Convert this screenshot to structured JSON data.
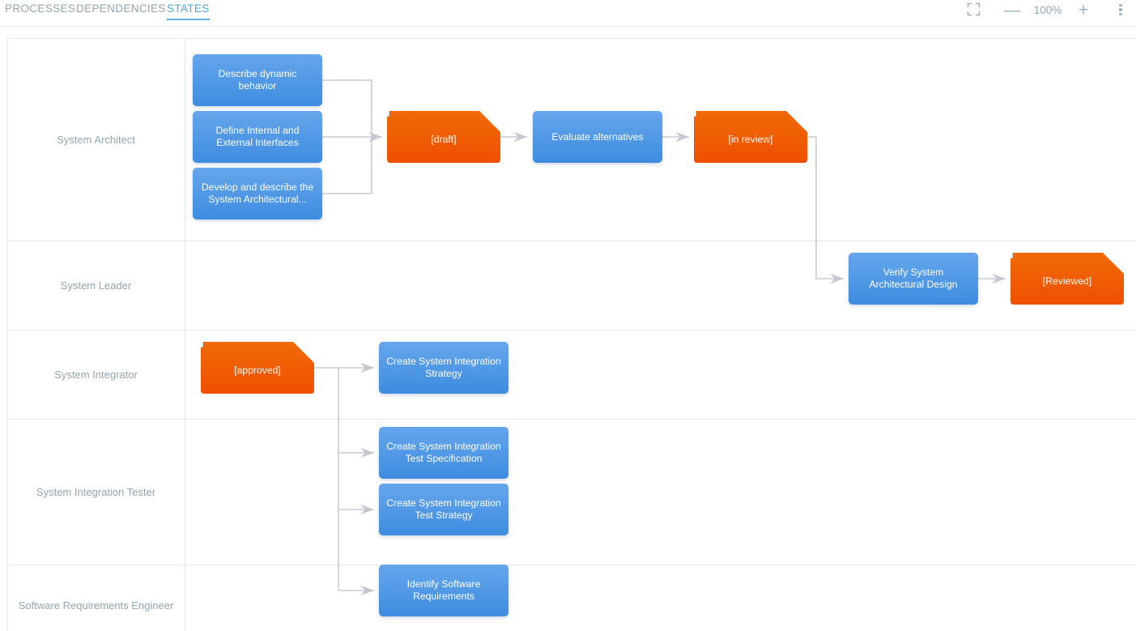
{
  "toolbar": {
    "tabs": [
      {
        "label": "PROCESSES",
        "active": false
      },
      {
        "label": "DEPENDENCIES",
        "active": false
      },
      {
        "label": "STATES",
        "active": true
      }
    ],
    "fit_icon": "fit-to-screen-icon",
    "zoom_out_label": "—",
    "zoom_level": "100%",
    "zoom_in_label": "+",
    "overflow_icon": "more-vertical-icon",
    "active_tab_color": "#55a8d6",
    "inactive_tab_color": "#93a6b4"
  },
  "diagram": {
    "type": "swimlane-state-flow",
    "activity_color": "#4a93e4",
    "state_color": "#ef5800",
    "lane_border_color": "#e6e6ee",
    "lanes": [
      {
        "id": "system-architect",
        "label": "System Architect"
      },
      {
        "id": "system-leader",
        "label": "System Leader"
      },
      {
        "id": "system-integrator",
        "label": "System Integrator"
      },
      {
        "id": "system-integration-tester",
        "label": "System Integration Tester"
      },
      {
        "id": "software-requirements-engineer",
        "label": "Software Requirements Engineer"
      }
    ],
    "nodes": [
      {
        "id": "n1",
        "kind": "activity",
        "lane": "system-architect",
        "label": "Describe dynamic behavior"
      },
      {
        "id": "n2",
        "kind": "activity",
        "lane": "system-architect",
        "label": "Define Internal and External Interfaces"
      },
      {
        "id": "n3",
        "kind": "activity",
        "lane": "system-architect",
        "label": "Develop and describe the System Architectural..."
      },
      {
        "id": "s1",
        "kind": "state",
        "lane": "system-architect",
        "label": "[draft]",
        "badge": "document-icon"
      },
      {
        "id": "n4",
        "kind": "activity",
        "lane": "system-architect",
        "label": "Evaluate alternatives"
      },
      {
        "id": "s2",
        "kind": "state",
        "lane": "system-architect",
        "label": "[in review]",
        "badge": "document-icon"
      },
      {
        "id": "n5",
        "kind": "activity",
        "lane": "system-leader",
        "label": "Verify System Architectural Design"
      },
      {
        "id": "s3",
        "kind": "state",
        "lane": "system-leader",
        "label": "[Reviewed]",
        "badge": "document-icon"
      },
      {
        "id": "s4",
        "kind": "state",
        "lane": "system-integrator",
        "label": "[approved]",
        "badge": "document-icon"
      },
      {
        "id": "n6",
        "kind": "activity",
        "lane": "system-integrator",
        "label": "Create System Integration Strategy"
      },
      {
        "id": "n7",
        "kind": "activity",
        "lane": "system-integration-tester",
        "label": "Create System Integration Test Specification"
      },
      {
        "id": "n8",
        "kind": "activity",
        "lane": "system-integration-tester",
        "label": "Create System Integration Test Strategy"
      },
      {
        "id": "n9",
        "kind": "activity",
        "lane": "software-requirements-engineer",
        "label": "Identify Software Requirements"
      }
    ],
    "edges": [
      {
        "from": "n1",
        "to": "s1"
      },
      {
        "from": "n2",
        "to": "s1"
      },
      {
        "from": "n3",
        "to": "s1"
      },
      {
        "from": "s1",
        "to": "n4"
      },
      {
        "from": "n4",
        "to": "s2"
      },
      {
        "from": "s2",
        "to": "n5"
      },
      {
        "from": "n5",
        "to": "s3"
      },
      {
        "from": "s4",
        "to": "n6"
      },
      {
        "from": "s4",
        "to": "n7"
      },
      {
        "from": "s4",
        "to": "n8"
      },
      {
        "from": "s4",
        "to": "n9"
      }
    ]
  }
}
